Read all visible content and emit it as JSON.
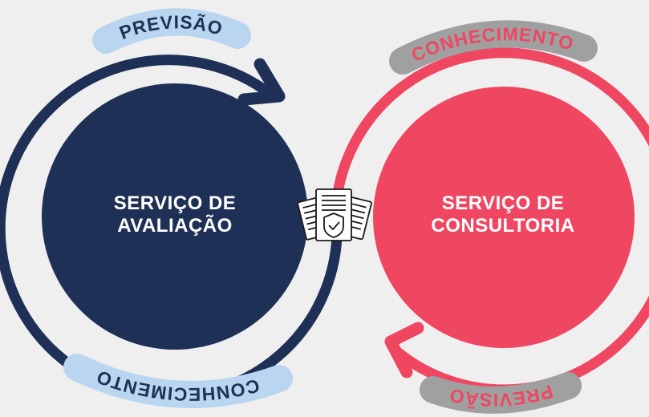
{
  "colors": {
    "navy": "#1e3055",
    "coral": "#ef4761",
    "light_blue": "#b9d5ef",
    "gray": "#a0a0a0",
    "background": "#efefef"
  },
  "left_circle": {
    "line1": "SERVIÇO DE",
    "line2": "AVALIAÇÃO",
    "top_label": "PREVISÃO",
    "bottom_label": "CONHECIMENTO"
  },
  "right_circle": {
    "line1": "SERVIÇO DE",
    "line2": "CONSULTORIA",
    "top_label": "CONHECIMENTO",
    "bottom_label": "PREVISÃO"
  },
  "center_icon": "documents-shield-check-icon"
}
